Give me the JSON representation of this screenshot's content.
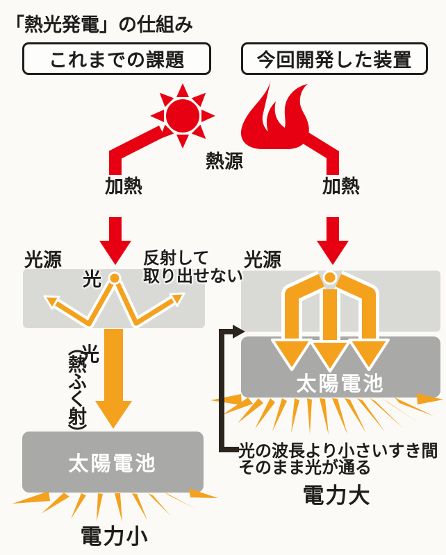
{
  "title": "「熱光発電」の仕組み",
  "headers": {
    "left": "これまでの課題",
    "right": "今回開発した装置"
  },
  "heat": {
    "source_label": "熱源",
    "heating_left": "加熱",
    "heating_right": "加熱"
  },
  "left_panel": {
    "light_source": "光源",
    "light": "光",
    "reflect_line1": "反射して",
    "reflect_line2": "取り出せない",
    "radiation_light": "光",
    "radiation_paren": "（熱ふく射）",
    "solar_cell": "太陽電池",
    "power": "電力小"
  },
  "right_panel": {
    "light_source": "光源",
    "solar_cell": "太陽電池",
    "note_line1": "光の波長より小さいすき間",
    "note_line2": "そのまま光が通る",
    "power": "電力大"
  },
  "colors": {
    "red": "#e60012",
    "orange": "#f4a11d",
    "light_gray": "#d9dad6",
    "dark_gray": "#a9aaa8",
    "ink": "#1f1d1b",
    "bracket": "#2b251e",
    "background": "#fbfaf7"
  }
}
